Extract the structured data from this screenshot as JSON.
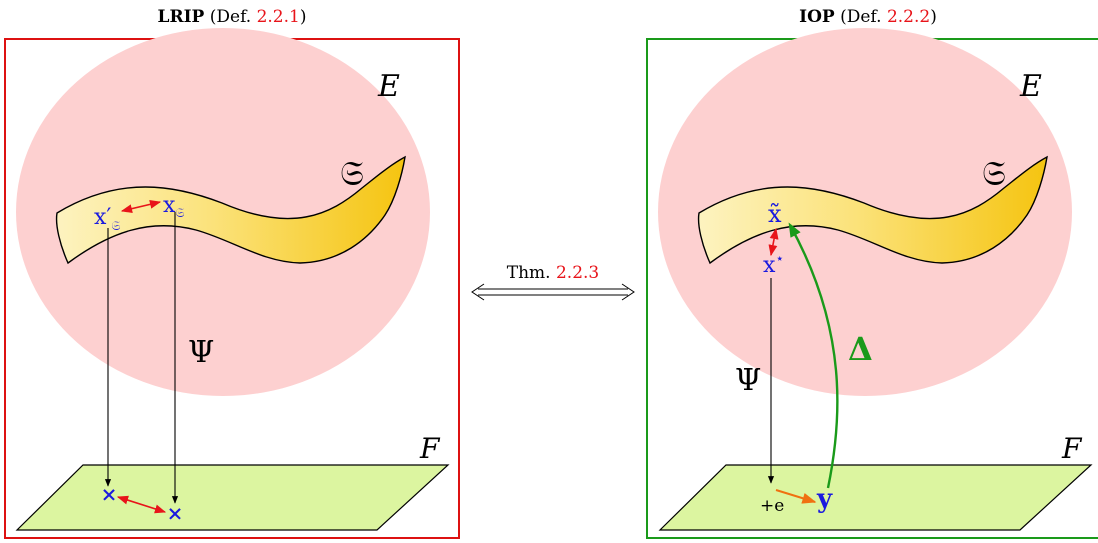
{
  "left_panel": {
    "title_bold": "LRIP",
    "title_def_prefix": " (Def. ",
    "title_def_ref": "2.2.1",
    "title_def_suffix": ")",
    "space_E": "E",
    "manifold_S": "𝔖",
    "point_a": "x′",
    "point_a_sub": "𝔖",
    "point_b": "x",
    "point_b_sub": "𝔖",
    "map_Psi": "Ψ",
    "space_F": "F",
    "image_a": "×",
    "image_b": "×",
    "border_color": "#dd1111"
  },
  "middle": {
    "thm_prefix": "Thm. ",
    "thm_ref": "2.2.3",
    "equivalence_arrow": "⟺"
  },
  "right_panel": {
    "title_bold": "IOP",
    "title_def_prefix": " (Def. ",
    "title_def_ref": "2.2.2",
    "title_def_suffix": ")",
    "space_E": "E",
    "manifold_S": "𝔖",
    "point_xtilde": "x̃",
    "point_xstar": "x",
    "point_xstar_sup": "⋆",
    "map_Psi": "Ψ",
    "decoder_Delta": "Δ",
    "space_F": "F",
    "noise_label": "+e",
    "observation_y": "y",
    "border_color": "#1a9a1a"
  },
  "colors": {
    "ellipse_fill": "#fdd0d0",
    "plane_fill": "#dcf5a0",
    "ribbon_light": "#fdf0b0",
    "ribbon_dark": "#f5c814",
    "ref_red": "#e8141a",
    "point_blue": "#1a1adf",
    "arrow_orange": "#f07010"
  }
}
